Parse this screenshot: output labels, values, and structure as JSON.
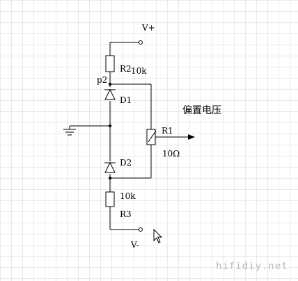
{
  "diagram": {
    "nodes": {
      "vplus": "V+",
      "vminus": "V-",
      "p2": "p2",
      "output": "偏置电压"
    },
    "components": {
      "r2": {
        "name": "R2",
        "value": "10k"
      },
      "r3": {
        "name": "R3",
        "value": "10k"
      },
      "r1": {
        "name": "R1",
        "value": "10Ω"
      },
      "d1": {
        "name": "D1"
      },
      "d2": {
        "name": "D2"
      }
    },
    "watermark": "hifidiy.net",
    "colors": {
      "grid": "#d4d4d4",
      "ink": "#000000",
      "watermark": "#b8b8b8"
    }
  }
}
